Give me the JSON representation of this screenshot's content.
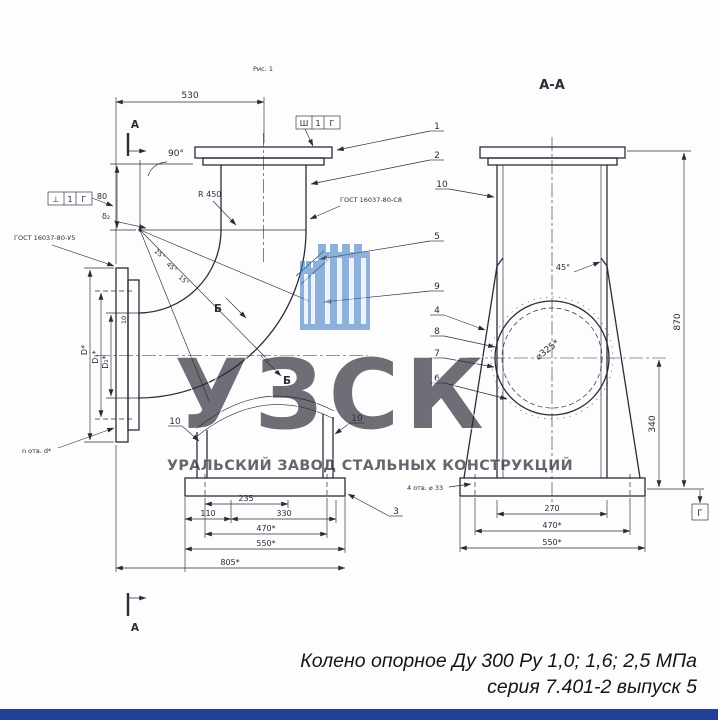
{
  "figure": {
    "fig_label": "Рис. 1",
    "section_title": "А-А",
    "cut_mark": "А",
    "view_mark": "Б"
  },
  "notes": {
    "gost_top": "ГОСТ 16037-80-С8",
    "gost_left": "ГОСТ 16037-80-У5",
    "flange_holes": "n отв. d*",
    "base_holes": "4 отв. ⌀ 33",
    "datum": "Г"
  },
  "weld_flag_top": {
    "c1": "Ш",
    "c2": "1",
    "c3": "Г"
  },
  "weld_flag_left": {
    "c1": "⊥",
    "c2": "1",
    "c3": "Г"
  },
  "dims_left": {
    "w530": "530",
    "a90": "90°",
    "h80": "80",
    "delta2": "δ₂",
    "r450": "R 450",
    "a25": "25°",
    "a45": "45°",
    "a15": "15°",
    "dD": "D*",
    "dD1": "D₁*",
    "dD2": "D₂*",
    "t10": "10",
    "b235": "235",
    "b110": "110",
    "b330": "330",
    "b470": "470*",
    "b550": "550*",
    "b805": "805*"
  },
  "dims_right": {
    "a45": "45°",
    "dia": "⌀325*",
    "h870": "870",
    "h340": "340",
    "b270": "270",
    "b470": "470*",
    "b550": "550*"
  },
  "parts": {
    "p1": "1",
    "p2": "2",
    "p3": "3",
    "p4": "4",
    "p5": "5",
    "p6": "6",
    "p7": "7",
    "p8": "8",
    "p9": "9",
    "p10": "10"
  },
  "watermark": {
    "logo": "УЗСК",
    "subtitle": "УРАЛЬСКИЙ ЗАВОД СТАЛЬНЫХ КОНСТРУКЦИЙ"
  },
  "caption": {
    "line1": "Колено опорное Ду 300 Ру 1,0; 1,6; 2,5 МПа",
    "line2": "серия 7.401-2 выпуск 5"
  },
  "colors": {
    "line": "#2a2c38",
    "watermark": "#3b79c0",
    "watermark_sub": "#4b86c9",
    "bar": "#20409a"
  }
}
